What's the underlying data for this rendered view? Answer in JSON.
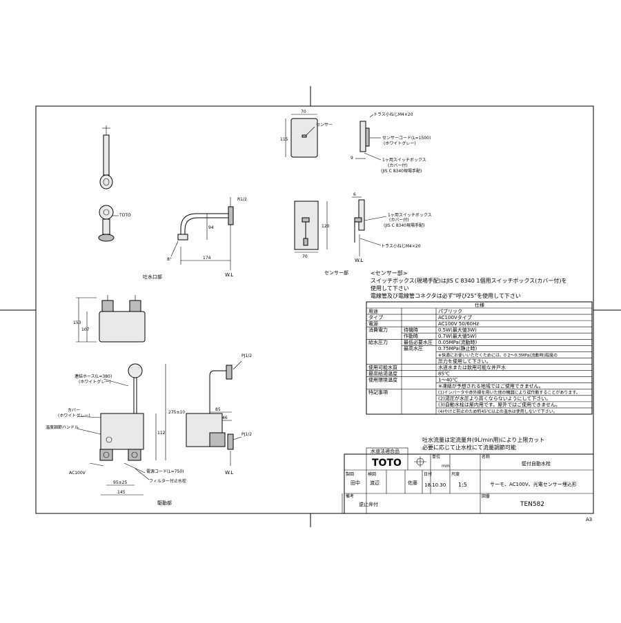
{
  "sheet_size": "A3",
  "views": {
    "spout_label": "吐水口部",
    "sensor_label": "センサー部",
    "drive_label": "駆動部"
  },
  "spout_dims": {
    "thread": "R1/2",
    "brand_mark": "TOTO",
    "height": "94",
    "reach": "174",
    "angle": "8°",
    "wl": "W.L"
  },
  "sensor_dims": {
    "width_top": "70",
    "height_top": "115",
    "sensor_callout": "センサー",
    "screw1": "トラス小ねじM4×20",
    "cord": "センサーコード(L=1500)",
    "cord_color": "(ホワイトグレー)",
    "depth": "9",
    "box1_a": "1ヶ用スイッチボックス",
    "box1_b": "(カバー付)",
    "box1_c": "(JIS C 8340現場手配)",
    "depth2": "6",
    "height_bottom": "120",
    "width_bottom": "70",
    "box2_a": "1ヶ用スイッチボックス",
    "box2_b": "(カバー付)",
    "box2_c": "(JIS C 8340現場手配)",
    "screw2": "トラス小ねじM4×20",
    "wl": "W.L"
  },
  "drive_dims": {
    "d153": "153",
    "d107": "107",
    "hose_a": "連結ホース(L=380)",
    "hose_b": "(ホワイトグレー)",
    "cover_a": "カバー",
    "cover_b": "(ホワイトグレー)",
    "temp_handle": "温度調節ハンドル",
    "d275": "275±10",
    "d112": "112",
    "d85": "85",
    "d46": "46",
    "pj1": "PJ1/2",
    "pj2": "PJ1/2",
    "power_cord": "電源コード(L=750)",
    "filter": "フィルター付止水栓",
    "ac": "AC100V",
    "d95": "95±25",
    "d145": "145",
    "wl": "W.L"
  },
  "notes": {
    "heading": "<センサー部>",
    "line1": "スイッチボックス(現場手配)はJIS C 8340 1個用スイッチボックス(カバー付)を",
    "line2": "使用して下さい",
    "line3": "電線管及び電線管コネクタは必ず“呼び25”を使用して下さい"
  },
  "spec_table": {
    "title": "仕様",
    "rows": [
      {
        "a": "用途",
        "b": "",
        "c": "パブリック"
      },
      {
        "a": "タイプ",
        "b": "",
        "c": "AC100Vタイプ"
      },
      {
        "a": "電源",
        "b": "",
        "c": "AC100V 50/60Hz"
      },
      {
        "a": "消費電力",
        "b": "待機時",
        "c": "0.5W(最大値3W)"
      },
      {
        "a": "",
        "b": "作動時",
        "c": "0.7W(最大値5W)"
      },
      {
        "a": "給水圧力",
        "b": "最低必要水圧",
        "c": "0.05MPa(流動時)"
      },
      {
        "a": "",
        "b": "最高水圧",
        "c": "0.75MPa(静止時)"
      },
      {
        "a": "",
        "b": "",
        "c": "※快適にお使いいただくためには、0.2〜0.3MPa(流動時)程度の"
      },
      {
        "a": "",
        "b": "",
        "c": "圧力を使用して下さい。"
      },
      {
        "a": "使用可能水質",
        "b": "",
        "c": "水道水または飲用可能な井戸水"
      },
      {
        "a": "最高給湯温度",
        "b": "",
        "c": "85℃"
      },
      {
        "a": "使用環境温度",
        "b": "",
        "c": "1〜40℃"
      },
      {
        "a": "",
        "b": "",
        "c": "※凍結が予想される地域ではご使用できません。"
      },
      {
        "a": "特記事項",
        "b": "",
        "c": "(1)インバータや赤外線を用いた他の機器により誤作動することがあります。"
      },
      {
        "a": "",
        "b": "",
        "c": "(2)湯圧が水圧より高くならないようにして下さい。"
      },
      {
        "a": "",
        "b": "",
        "c": "(3)自動水栓は屋内用です。屋外ではご使用できません。"
      },
      {
        "a": "",
        "b": "",
        "c": "(4)やけど防止のため約45℃以上の温水は使用しないで下さい。"
      }
    ]
  },
  "flow_note": {
    "line1": "吐水流量は定流量弁(9L/min用)により上限カット",
    "line2": "必要に応じて止水栓にて流量調節可能"
  },
  "title_block": {
    "approval": "水道法適合品",
    "brand": "TOTO",
    "unit_label": "単位",
    "unit": "mm",
    "name_label": "名称",
    "name": "壁付自動水栓",
    "design_label": "製図",
    "design_seal": "田中",
    "check_label": "検図",
    "check_seal": "渡辺",
    "approve_seal": "佐藤",
    "date_label": "日付",
    "date": "18.10.30",
    "scale_label": "尺度",
    "scale": "1:5",
    "desc": "サーモ、AC100V、光電センサー埋込形",
    "remarks_label": "備考",
    "remarks": "逆止弁付",
    "drawing_no_label": "図番",
    "drawing_no": "TEN582"
  }
}
